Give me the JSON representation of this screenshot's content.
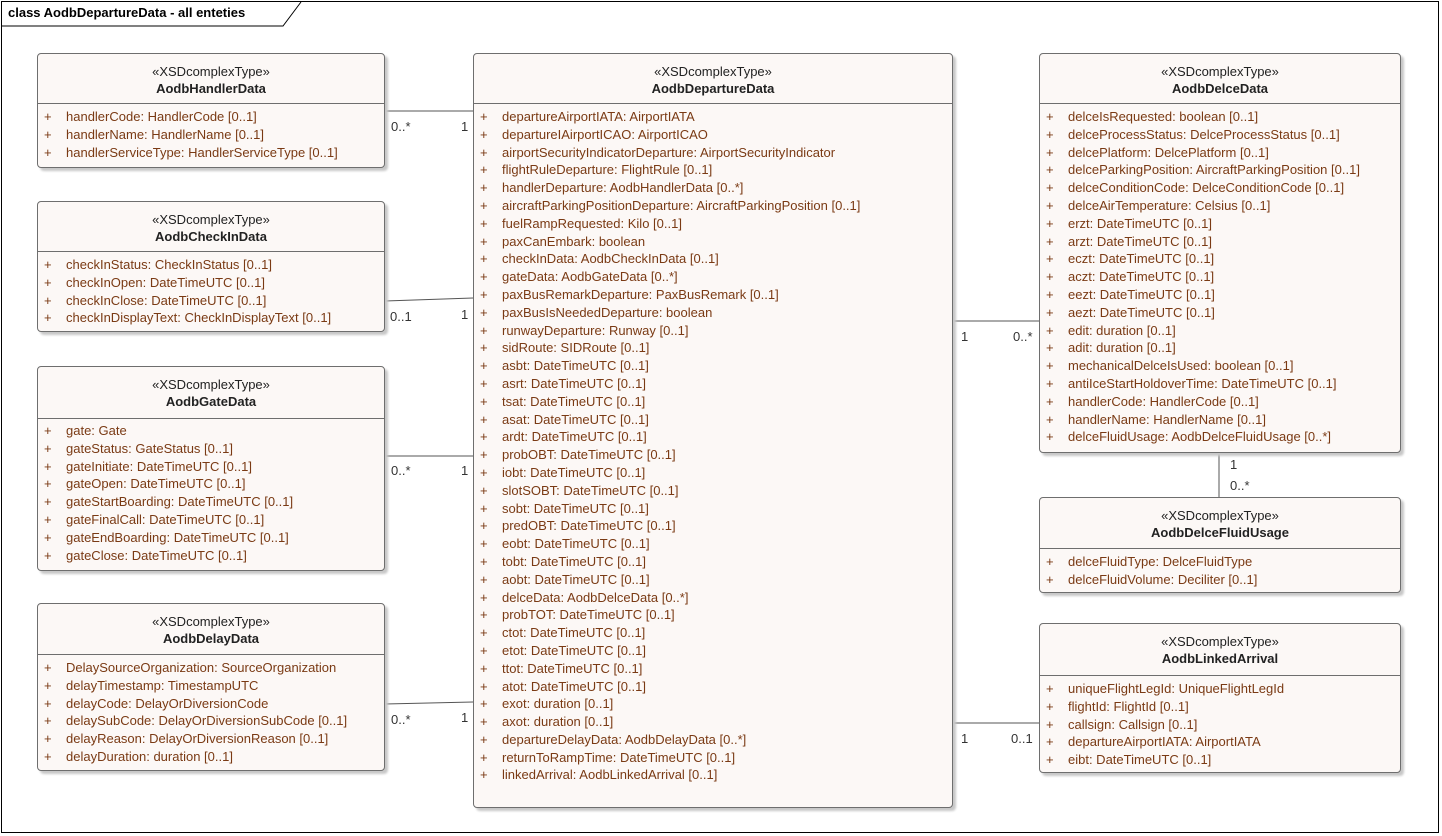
{
  "diagram_title": "class AodbDepartureData - all enteties",
  "classes": {
    "handler": {
      "stereotype": "«XSDcomplexType»",
      "name": "AodbHandlerData",
      "attributes": [
        {
          "vis": "+",
          "text": "handlerCode: HandlerCode [0..1]"
        },
        {
          "vis": "+",
          "text": "handlerName: HandlerName [0..1]"
        },
        {
          "vis": "+",
          "text": "handlerServiceType: HandlerServiceType [0..1]"
        }
      ]
    },
    "checkin": {
      "stereotype": "«XSDcomplexType»",
      "name": "AodbCheckInData",
      "attributes": [
        {
          "vis": "+",
          "text": "checkInStatus: CheckInStatus [0..1]"
        },
        {
          "vis": "+",
          "text": "checkInOpen: DateTimeUTC [0..1]"
        },
        {
          "vis": "+",
          "text": "checkInClose: DateTimeUTC [0..1]"
        },
        {
          "vis": "+",
          "text": "checkInDisplayText: CheckInDisplayText [0..1]"
        }
      ]
    },
    "gate": {
      "stereotype": "«XSDcomplexType»",
      "name": "AodbGateData",
      "attributes": [
        {
          "vis": "+",
          "text": "gate: Gate"
        },
        {
          "vis": "+",
          "text": "gateStatus: GateStatus [0..1]"
        },
        {
          "vis": "+",
          "text": "gateInitiate: DateTimeUTC [0..1]"
        },
        {
          "vis": "+",
          "text": "gateOpen: DateTimeUTC [0..1]"
        },
        {
          "vis": "+",
          "text": "gateStartBoarding: DateTimeUTC [0..1]"
        },
        {
          "vis": "+",
          "text": "gateFinalCall: DateTimeUTC [0..1]"
        },
        {
          "vis": "+",
          "text": "gateEndBoarding: DateTimeUTC [0..1]"
        },
        {
          "vis": "+",
          "text": "gateClose: DateTimeUTC [0..1]"
        }
      ]
    },
    "delay": {
      "stereotype": "«XSDcomplexType»",
      "name": "AodbDelayData",
      "attributes": [
        {
          "vis": "+",
          "text": "DelaySourceOrganization: SourceOrganization"
        },
        {
          "vis": "+",
          "text": "delayTimestamp: TimestampUTC"
        },
        {
          "vis": "+",
          "text": "delayCode: DelayOrDiversionCode"
        },
        {
          "vis": "+",
          "text": "delaySubCode: DelayOrDiversionSubCode [0..1]"
        },
        {
          "vis": "+",
          "text": "delayReason: DelayOrDiversionReason [0..1]"
        },
        {
          "vis": "+",
          "text": "delayDuration: duration [0..1]"
        }
      ]
    },
    "departure": {
      "stereotype": "«XSDcomplexType»",
      "name": "AodbDepartureData",
      "attributes": [
        {
          "vis": "+",
          "text": "departureAirportIATA: AirportIATA"
        },
        {
          "vis": "+",
          "text": "departureIAirportICAO: AirportICAO"
        },
        {
          "vis": "+",
          "text": "airportSecurityIndicatorDeparture: AirportSecurityIndicator"
        },
        {
          "vis": "+",
          "text": "flightRuleDeparture: FlightRule [0..1]"
        },
        {
          "vis": "+",
          "text": "handlerDeparture: AodbHandlerData [0..*]"
        },
        {
          "vis": "+",
          "text": "aircraftParkingPositionDeparture: AircraftParkingPosition [0..1]"
        },
        {
          "vis": "+",
          "text": "fuelRampRequested: Kilo [0..1]"
        },
        {
          "vis": "+",
          "text": "paxCanEmbark: boolean"
        },
        {
          "vis": "+",
          "text": "checkInData: AodbCheckInData [0..1]"
        },
        {
          "vis": "+",
          "text": "gateData: AodbGateData [0..*]"
        },
        {
          "vis": "+",
          "text": "paxBusRemarkDeparture: PaxBusRemark [0..1]"
        },
        {
          "vis": "+",
          "text": "paxBusIsNeededDeparture: boolean"
        },
        {
          "vis": "+",
          "text": "runwayDeparture: Runway [0..1]"
        },
        {
          "vis": "+",
          "text": "sidRoute: SIDRoute [0..1]"
        },
        {
          "vis": "+",
          "text": "asbt: DateTimeUTC [0..1]"
        },
        {
          "vis": "+",
          "text": "asrt: DateTimeUTC [0..1]"
        },
        {
          "vis": "+",
          "text": "tsat: DateTimeUTC [0..1]"
        },
        {
          "vis": "+",
          "text": "asat: DateTimeUTC [0..1]"
        },
        {
          "vis": "+",
          "text": "ardt: DateTimeUTC [0..1]"
        },
        {
          "vis": "+",
          "text": "probOBT: DateTimeUTC [0..1]"
        },
        {
          "vis": "+",
          "text": "iobt: DateTimeUTC [0..1]"
        },
        {
          "vis": "+",
          "text": "slotSOBT: DateTimeUTC [0..1]"
        },
        {
          "vis": "+",
          "text": "sobt: DateTimeUTC [0..1]"
        },
        {
          "vis": "+",
          "text": "predOBT: DateTimeUTC [0..1]"
        },
        {
          "vis": "+",
          "text": "eobt: DateTimeUTC [0..1]"
        },
        {
          "vis": "+",
          "text": "tobt: DateTimeUTC [0..1]"
        },
        {
          "vis": "+",
          "text": "aobt: DateTimeUTC [0..1]"
        },
        {
          "vis": "+",
          "text": "delceData: AodbDelceData [0..*]"
        },
        {
          "vis": "+",
          "text": "probTOT: DateTimeUTC [0..1]"
        },
        {
          "vis": "+",
          "text": "ctot: DateTimeUTC [0..1]"
        },
        {
          "vis": "+",
          "text": "etot: DateTimeUTC [0..1]"
        },
        {
          "vis": "+",
          "text": "ttot: DateTimeUTC [0..1]"
        },
        {
          "vis": "+",
          "text": "atot: DateTimeUTC [0..1]"
        },
        {
          "vis": "+",
          "text": "exot: duration [0..1]"
        },
        {
          "vis": "+",
          "text": "axot: duration [0..1]"
        },
        {
          "vis": "+",
          "text": "departureDelayData: AodbDelayData [0..*]"
        },
        {
          "vis": "+",
          "text": "returnToRampTime: DateTimeUTC [0..1]"
        },
        {
          "vis": "+",
          "text": "linkedArrival: AodbLinkedArrival [0..1]"
        }
      ]
    },
    "delce": {
      "stereotype": "«XSDcomplexType»",
      "name": "AodbDelceData",
      "attributes": [
        {
          "vis": "+",
          "text": "delceIsRequested: boolean [0..1]"
        },
        {
          "vis": "+",
          "text": "delceProcessStatus: DelceProcessStatus [0..1]"
        },
        {
          "vis": "+",
          "text": "delcePlatform: DelcePlatform [0..1]"
        },
        {
          "vis": "+",
          "text": "delceParkingPosition: AircraftParkingPosition [0..1]"
        },
        {
          "vis": "+",
          "text": "delceConditionCode: DelceConditionCode [0..1]"
        },
        {
          "vis": "+",
          "text": "delceAirTemperature: Celsius [0..1]"
        },
        {
          "vis": "+",
          "text": "erzt: DateTimeUTC [0..1]"
        },
        {
          "vis": "+",
          "text": "arzt: DateTimeUTC [0..1]"
        },
        {
          "vis": "+",
          "text": "eczt: DateTimeUTC [0..1]"
        },
        {
          "vis": "+",
          "text": "aczt: DateTimeUTC [0..1]"
        },
        {
          "vis": "+",
          "text": "eezt: DateTimeUTC [0..1]"
        },
        {
          "vis": "+",
          "text": "aezt: DateTimeUTC [0..1]"
        },
        {
          "vis": "+",
          "text": "edit: duration [0..1]"
        },
        {
          "vis": "+",
          "text": "adit: duration [0..1]"
        },
        {
          "vis": "+",
          "text": "mechanicalDelceIsUsed: boolean [0..1]"
        },
        {
          "vis": "+",
          "text": "antiIceStartHoldoverTime: DateTimeUTC [0..1]"
        },
        {
          "vis": "+",
          "text": "handlerCode: HandlerCode [0..1]"
        },
        {
          "vis": "+",
          "text": "handlerName: HandlerName [0..1]"
        },
        {
          "vis": "+",
          "text": "delceFluidUsage: AodbDelceFluidUsage [0..*]"
        }
      ]
    },
    "fluid": {
      "stereotype": "«XSDcomplexType»",
      "name": "AodbDelceFluidUsage",
      "attributes": [
        {
          "vis": "+",
          "text": "delceFluidType: DelceFluidType"
        },
        {
          "vis": "+",
          "text": "delceFluidVolume: Deciliter [0..1]"
        }
      ]
    },
    "linked": {
      "stereotype": "«XSDcomplexType»",
      "name": "AodbLinkedArrival",
      "attributes": [
        {
          "vis": "+",
          "text": "uniqueFlightLegId: UniqueFlightLegId"
        },
        {
          "vis": "+",
          "text": "flightId: FlightId [0..1]"
        },
        {
          "vis": "+",
          "text": "callsign: Callsign [0..1]"
        },
        {
          "vis": "+",
          "text": "departureAirportIATA: AirportIATA"
        },
        {
          "vis": "+",
          "text": "eibt: DateTimeUTC [0..1]"
        }
      ]
    }
  },
  "associations": {
    "handler": {
      "source": "0..*",
      "target": "1"
    },
    "checkin": {
      "source": "0..1",
      "target": "1"
    },
    "gate": {
      "source": "0..*",
      "target": "1"
    },
    "delay": {
      "source": "0..*",
      "target": "1"
    },
    "delce": {
      "source": "1",
      "target": "0..*"
    },
    "fluid": {
      "source": "1",
      "target": "0..*"
    },
    "linked": {
      "source": "1",
      "target": "0..1"
    }
  }
}
